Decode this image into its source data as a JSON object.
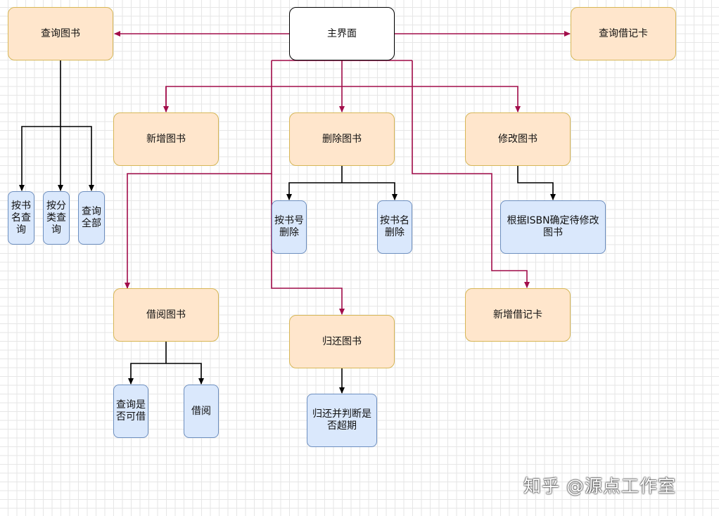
{
  "nodes": {
    "main": "主界面",
    "query_books": "查询图书",
    "query_card": "查询借记卡",
    "add_book": "新增图书",
    "delete_book": "删除图书",
    "modify_book": "修改图书",
    "query_by_name": "按书\n名查\n询",
    "query_by_category": "按分\n类查\n询",
    "query_all": "查询\n全部",
    "delete_by_number": "按书号\n删除",
    "delete_by_name": "按书名\n删除",
    "modify_by_isbn": "根据ISBN确定待修改\n图书",
    "borrow_book": "借阅图书",
    "return_book": "归还图书",
    "add_card": "新增借记卡",
    "check_available": "查询是\n否可借",
    "borrow": "借阅",
    "return_check_overdue": "归还并判断是\n否超期"
  },
  "colors": {
    "accent_line": "#a20d4a",
    "black_line": "#000000",
    "orange_fill": "#ffe6cc",
    "blue_fill": "#dae8fc"
  },
  "watermark": "知乎 @源点工作室"
}
